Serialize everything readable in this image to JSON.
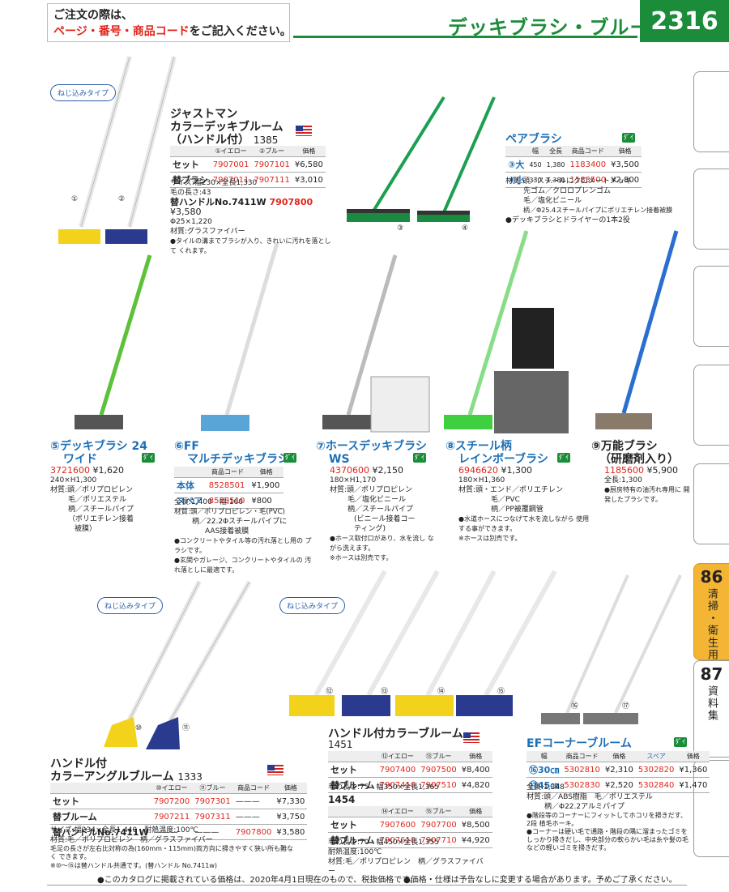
{
  "header": {
    "line1": "ご注文の際は、",
    "line2_red": "ページ・番号・商品コード",
    "line2_rest": "をご記入ください。",
    "category": "デッキブラシ・ブルーム",
    "page": "2316"
  },
  "tabs": [
    {
      "num": "86",
      "label": "清掃・衛生用品"
    },
    {
      "num": "87",
      "label": "資料集"
    }
  ],
  "pill": "ねじ込みタイプ",
  "jm": {
    "title1": "ジャストマン",
    "title2": "カラーデッキブルーム",
    "title3": "（ハンドル付）",
    "num": "1385",
    "col1": "①イエロー",
    "col2": "②ブルー",
    "col3": "価格",
    "r1": [
      "セット",
      "7907001",
      "7907101",
      "¥6,580"
    ],
    "r2": [
      "替ブラシ",
      "7907011",
      "7907111",
      "¥3,010"
    ],
    "spec1": "サイズ:幅230×全長1,330",
    "spec2": "毛の長さ:43",
    "handle_lbl": "替ハンドルNo.7411W",
    "handle_code": "7907800",
    "handle_price": "¥3,580",
    "spec3": "Φ25×1,220",
    "spec4": "材質:グラスファイバー",
    "note": "●タイルの溝までブラシが入り、きれいに汚れを落として くれます。"
  },
  "pair": {
    "title": "ペアブラシ",
    "h": [
      "幅",
      "全長",
      "商品コード",
      "価格"
    ],
    "r1": [
      "③大",
      "450",
      "1,380",
      "1183400",
      "¥3,500"
    ],
    "r2": [
      "④小",
      "330",
      "1,380",
      "1183500",
      "¥2,800"
    ],
    "m1": "材質:頭／スチールにクロメートメッキ",
    "m2": "先ゴム／クロロプレンゴム",
    "m3": "毛／塩化ビニール",
    "m4": "柄／Φ25.4スチールパイプにポリエチレン接着被膜",
    "note": "●デッキブラシとドライヤーの1本2役"
  },
  "p5": {
    "t1": "⑤デッキブラシ 24",
    "t2": "ワイド",
    "code": "3721600",
    "price": "¥1,620",
    "s1": "240×H1,300",
    "s2": "材質:頭／ポリプロピレン",
    "s3": "毛／ポリエステル",
    "s4": "柄／スチールパイプ",
    "s5": "（ポリエチレン接着",
    "s6": "被膜）"
  },
  "p6": {
    "t1": "⑥FF",
    "t2": "マルチデッキブラシ",
    "h1": "商品コード",
    "h2": "価格",
    "r1": [
      "本体",
      "8528501",
      "¥1,900"
    ],
    "r2": [
      "スペア",
      "8528510",
      "¥800"
    ],
    "s1": "全長:1,400　幅:160",
    "s2": "材質:頭／ポリプロピレン・毛(PVC)",
    "s3": "柄／22.2Φスチールパイプに",
    "s4": "AAS接着被膜",
    "n1": "●コンクリートやタイル等の汚れ落とし用の プラシです。",
    "n2": "●玄関やガレージ、コンクリートやタイルの 汚れ落としに最適です。"
  },
  "p7": {
    "t1": "⑦ホースデッキブラシ",
    "t2": "WS",
    "code": "4370600",
    "price": "¥2,150",
    "s1": "180×H1,170",
    "s2": "材質:頭／ポリプロピレン",
    "s3": "毛／塩化ビニール",
    "s4": "柄／スチールパイプ",
    "s5": "(ビニール接着コー",
    "s6": "ティング)",
    "n1": "●ホース取付口があり、水を流し ながら洗えます。",
    "n2": "※ホースは別売です。"
  },
  "p8": {
    "t1": "⑧スチール柄",
    "t2": "レインボーブラシ",
    "code": "6946620",
    "price": "¥1,300",
    "s1": "180×H1,360",
    "s2": "材質:頭・エンド／ポリエチレン",
    "s3": "毛／PVC",
    "s4": "柄／PP被覆鋼管",
    "n1": "●水道ホースにつなげて水を流しながら 使用する事ができます。",
    "n2": "※ホースは別売です。"
  },
  "p9": {
    "t1": "⑨万能ブラシ",
    "t2": "（研磨剤入り）",
    "code": "1185600",
    "price": "¥5,900",
    "s1": "全長:1,300",
    "n1": "●厨房特有の油汚れ専用に 開発したブラシです。"
  },
  "angle": {
    "t1": "ハンドル付",
    "t2": "カラーアングルブルーム",
    "num": "1333",
    "h1": "⑩イエロー",
    "h2": "⑪ブルー",
    "h3": "商品コード",
    "h4": "価格",
    "r1": [
      "セット",
      "7907200",
      "7907301",
      "———",
      "¥7,330"
    ],
    "r2": [
      "替ブルーム",
      "7907211",
      "7907311",
      "———",
      "¥3,750"
    ],
    "r3": [
      "替ハンドルNo.7411W",
      "———",
      "———",
      "7907800",
      "¥3,580"
    ],
    "s1": "サイズ:幅234×全長1,440　耐熱温度:100℃",
    "s2": "材質:毛／ポリプロピレン　柄／グラスファイバー",
    "s3": "毛足の長さが左右比対称の為(160mm・115mm)両方向に掃きやすく狭い所も難なく できます。",
    "s4": "※⑩〜⑮は替ハンドル共通です。(替ハンドル No.7411w)"
  },
  "handle": {
    "t1": "ハンドル付カラーブルーム",
    "num1": "1451",
    "h1": "⑫イエロー",
    "h2": "⑬ブルー",
    "h3": "価格",
    "r1": [
      "セット",
      "7907400",
      "7907500",
      "¥8,400"
    ],
    "r2": [
      "替ブルーム",
      "7907410",
      "7907510",
      "¥4,820"
    ],
    "s1": "毛の長さ:75　幅350×全長1,365",
    "num2": "1454",
    "h4": "⑭イエロー",
    "h5": "⑮ブルー",
    "r3": [
      "セット",
      "7907600",
      "7907700",
      "¥8,500"
    ],
    "r4": [
      "替ブルーム",
      "7907610",
      "7907710",
      "¥4,920"
    ],
    "s2": "毛の長さ:70　幅450×全長1,355",
    "s3": "耐熱温度:100℃",
    "s4": "材質:毛／ポリプロピレン　柄／グラスファイバー"
  },
  "ef": {
    "title": "EFコーナーブルーム",
    "h": [
      "幅",
      "商品コード",
      "価格",
      "スペア",
      "価格"
    ],
    "r1": [
      "⑯30㎝",
      "5302810",
      "¥2,310",
      "5302820",
      "¥1,360"
    ],
    "r2": [
      "⑰45㎝",
      "5302830",
      "¥2,520",
      "5302840",
      "¥1,470"
    ],
    "s1": "全長:1,348",
    "s2": "材質:頭／ABS樹脂　毛／ポリエステル",
    "s3": "柄／Φ22.2アルミパイプ",
    "n1": "●階段等のコーナーにフィットしてホコリを掃きだす、2段 植毛ホーキ。",
    "n2": "●コーナーは硬い毛で通路・階段の隅に溜まったゴミを しっかり掃きだし、中央部分の軟らかい毛は糸や髪の毛 などの軽いゴミを掃きだす。"
  },
  "labels": {
    "n1": "①",
    "n2": "②",
    "n3": "③",
    "n4": "④",
    "n10": "⑩",
    "n11": "⑪",
    "n12": "⑫",
    "n13": "⑬",
    "n14": "⑭",
    "n15": "⑮",
    "n16": "⑯",
    "n17": "⑰",
    "dia": "ﾀﾞｲ"
  },
  "footer": {
    "left": "●このカタログに掲載されている価格は、2020年4月1日現在のもので、税抜価格です。",
    "right": "●価格・仕様は予告なしに変更する場合があります。予めご了承ください。"
  },
  "colors": {
    "accent": "#1b8c3a",
    "red": "#e0261b",
    "blue": "#1e6fb5",
    "tab": "#f4b534"
  }
}
